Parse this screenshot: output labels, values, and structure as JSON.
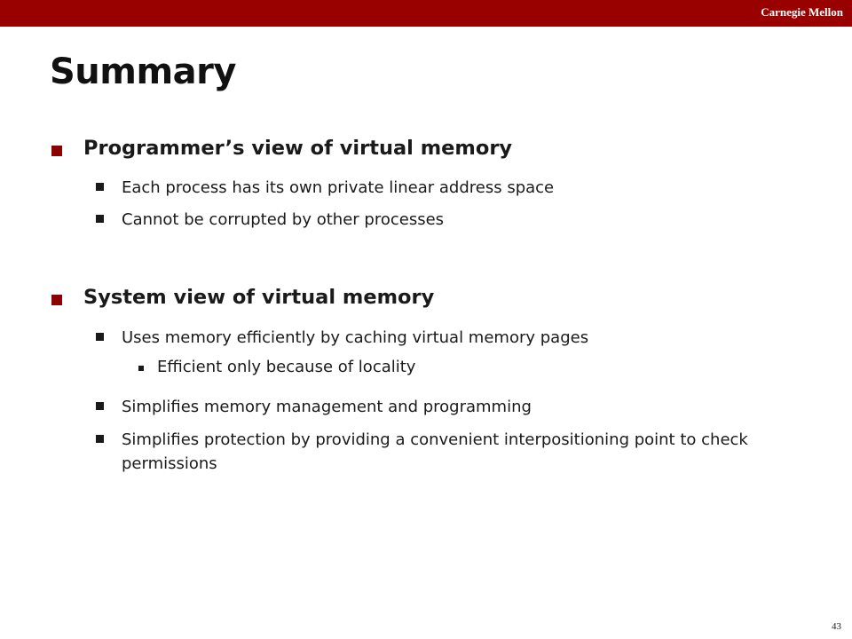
{
  "header": {
    "brand": "Carnegie Mellon",
    "bar_color": "#990000"
  },
  "title": "Summary",
  "sections": [
    {
      "heading": "Programmer’s view of virtual memory",
      "items": [
        {
          "text": "Each process has its own private linear address space"
        },
        {
          "text": "Cannot be corrupted by other processes"
        }
      ]
    },
    {
      "heading": "System view of virtual memory",
      "items": [
        {
          "text": "Uses memory efficiently by caching virtual memory pages",
          "subitems": [
            {
              "text": "Efficient only because of locality"
            }
          ]
        },
        {
          "text": "Simplifies memory management and programming"
        },
        {
          "text": "Simplifies protection by providing a convenient interpositioning point to check permissions"
        }
      ]
    }
  ],
  "page_number": "43"
}
